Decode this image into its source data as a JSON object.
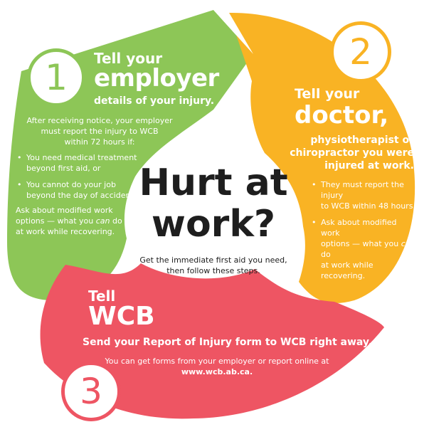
{
  "colors": {
    "green": "#8dc657",
    "orange": "#f9b324",
    "red": "#ee5563",
    "center_text": "#1e1e1e"
  },
  "center": {
    "title_line1": "Hurt at",
    "title_line2": "work?",
    "subtitle_line1": "Get the immediate first aid you need,",
    "subtitle_line2": "then follow these steps."
  },
  "step1": {
    "number": "1",
    "title_small": "Tell your",
    "title_big": "employer",
    "title_sub": "details of your injury.",
    "body_line1": "After receiving notice, your employer",
    "body_line2": "must report the injury to WCB",
    "body_line3": "within 72 hours if:",
    "bullets": [
      {
        "line1": "You need medical treatment",
        "line2": "beyond first aid, or"
      },
      {
        "line1": "You cannot do your job",
        "line2": "beyond the day of accident."
      }
    ],
    "closing_line1": "Ask about modified work",
    "closing_line2_pre": "options — what you ",
    "closing_line2_em": "can",
    "closing_line2_post": " do",
    "closing_line3": "at work while recovering."
  },
  "step2": {
    "number": "2",
    "title_small": "Tell your",
    "title_big": "doctor,",
    "title_sub1": "physiotherapist or",
    "title_sub2": "chiropractor you were",
    "title_sub3": "injured at work.",
    "bullets": [
      {
        "line1": "They must report the injury",
        "line2": "to WCB within 48 hours."
      },
      {
        "line1": "Ask about modified work",
        "line2_pre": "options — what you ",
        "line2_em": "can",
        "line2_post": " do",
        "line3": "at work while recovering."
      }
    ]
  },
  "step3": {
    "number": "3",
    "title_small": "Tell",
    "title_big": "WCB",
    "title_sub": "Send your Report of Injury form to WCB right away.",
    "body_line1": "You can get forms from your employer or report online at",
    "link": "www.wcb.ab.ca."
  }
}
